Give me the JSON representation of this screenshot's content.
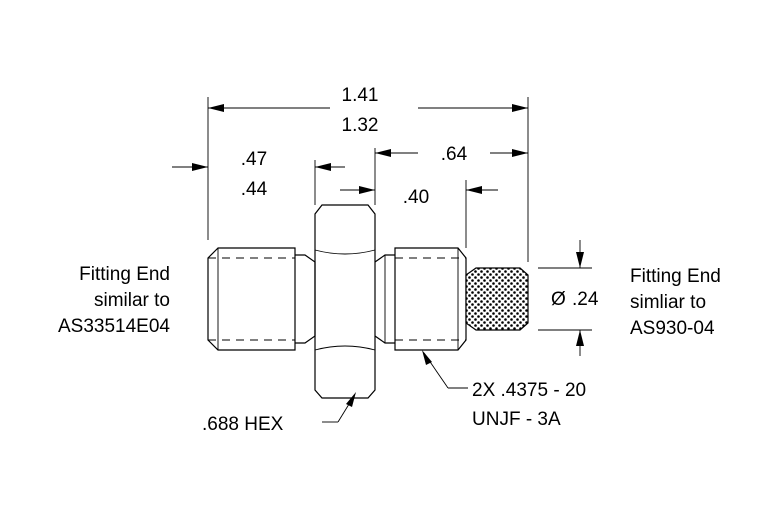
{
  "dimensions": {
    "overall_max": "1.41",
    "overall_min": "1.32",
    "left_max": ".47",
    "left_min": ".44",
    "center": ".40",
    "right": ".64",
    "diameter_symbol": "Ø",
    "diameter_value": ".24"
  },
  "callouts": {
    "hex": ".688 HEX",
    "thread_line1": "2X .4375 - 20",
    "thread_line2": "UNJF - 3A"
  },
  "fitting_left": {
    "line1": "Fitting End",
    "line2": "similar to",
    "line3": "AS33514E04"
  },
  "fitting_right": {
    "line1": "Fitting End",
    "line2": "simliar to",
    "line3": "AS930-04"
  },
  "colors": {
    "line": "#000000",
    "background": "#ffffff",
    "knurl_fill": "#cfcfcf"
  }
}
